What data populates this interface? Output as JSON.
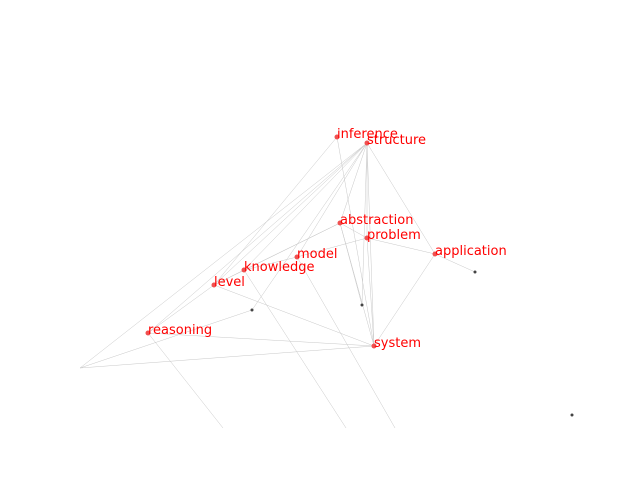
{
  "graph": {
    "label_color": "#ff0000",
    "node_color": "#f05050",
    "edge_color": "#c8c8c8",
    "nodes": [
      {
        "id": "inference",
        "label": "inference"
      },
      {
        "id": "structure",
        "label": "structure"
      },
      {
        "id": "abstraction",
        "label": "abstraction"
      },
      {
        "id": "problem",
        "label": "problem"
      },
      {
        "id": "application",
        "label": "application"
      },
      {
        "id": "model",
        "label": "model"
      },
      {
        "id": "knowledge",
        "label": "knowledge"
      },
      {
        "id": "level",
        "label": "level"
      },
      {
        "id": "reasoning",
        "label": "reasoning"
      },
      {
        "id": "system",
        "label": "system"
      }
    ],
    "edges": [
      [
        "inference",
        "level"
      ],
      [
        "inference",
        "system"
      ],
      [
        "structure",
        "abstraction"
      ],
      [
        "structure",
        "problem"
      ],
      [
        "structure",
        "application"
      ],
      [
        "structure",
        "model"
      ],
      [
        "structure",
        "knowledge"
      ],
      [
        "structure",
        "level"
      ],
      [
        "structure",
        "reasoning"
      ],
      [
        "structure",
        "system"
      ],
      [
        "abstraction",
        "problem"
      ],
      [
        "abstraction",
        "knowledge"
      ],
      [
        "abstraction",
        "level"
      ],
      [
        "abstraction",
        "system"
      ],
      [
        "problem",
        "application"
      ],
      [
        "problem",
        "model"
      ],
      [
        "problem",
        "system"
      ],
      [
        "application",
        "system"
      ],
      [
        "model",
        "knowledge"
      ],
      [
        "knowledge",
        "level"
      ],
      [
        "level",
        "reasoning"
      ],
      [
        "level",
        "system"
      ],
      [
        "reasoning",
        "system"
      ]
    ]
  }
}
